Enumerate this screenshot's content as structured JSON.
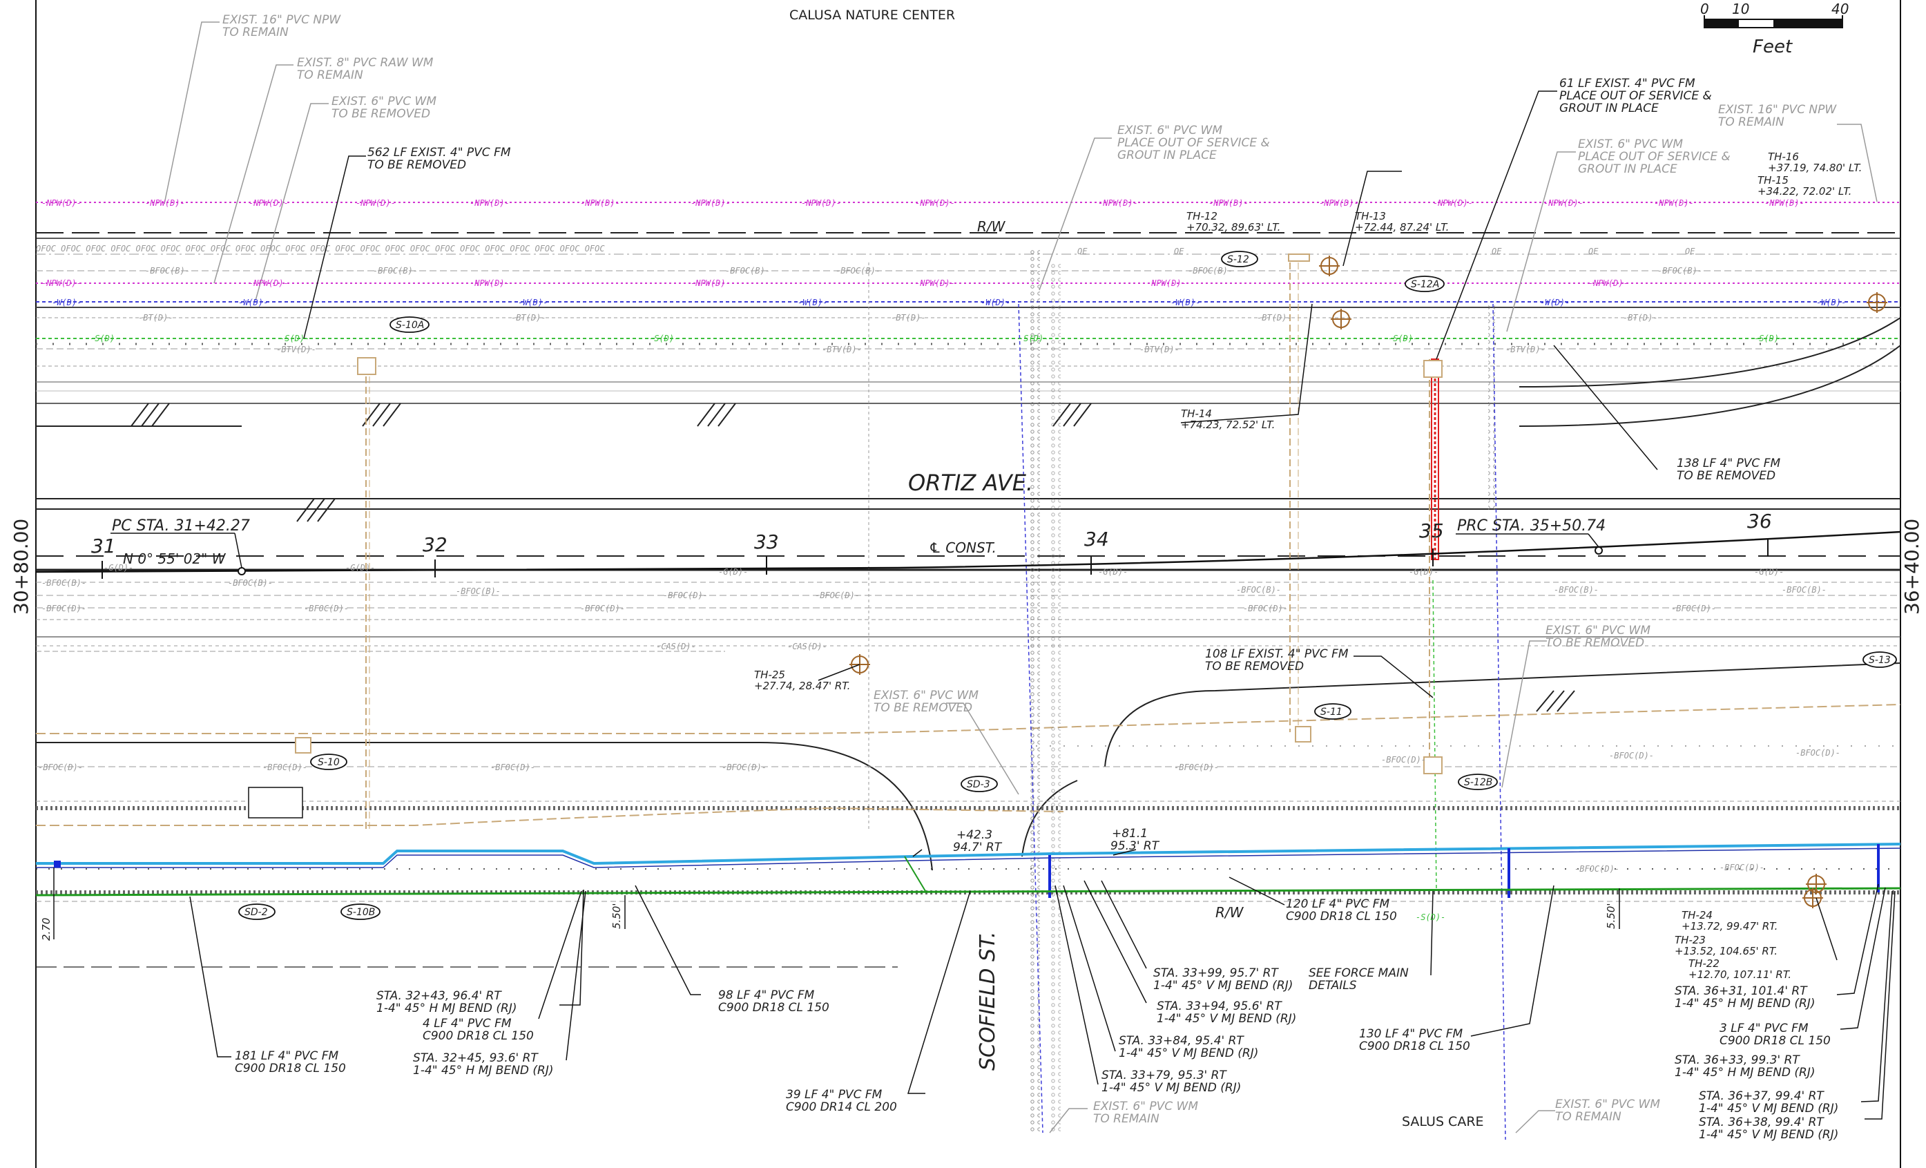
{
  "places": {
    "top_area": "CALUSA NATURE CENTER",
    "bottom_area": "SALUS CARE",
    "main_road": "ORTIZ AVE.",
    "side_road": "SCOFIELD ST."
  },
  "scale": {
    "zero": "0",
    "ten": "10",
    "forty": "40",
    "unit": "Feet"
  },
  "match_lines": {
    "left": "30+80.00",
    "right": "36+40.00"
  },
  "stations": [
    "31",
    "32",
    "33",
    "34",
    "35",
    "36"
  ],
  "alignment": {
    "pc": "PC STA. 31+42.27",
    "prc": "PRC STA. 35+50.74",
    "bearing": "N 0° 55' 02\" W",
    "const": "℄ CONST.",
    "rw_top": "R/W",
    "rw_bottom": "R/W"
  },
  "structures": [
    "S-10A",
    "S-12",
    "S-12A",
    "S-10",
    "SD-3",
    "S-11",
    "S-12B",
    "S-13",
    "SD-2",
    "S-10B"
  ],
  "test_holes": {
    "th12": [
      "TH-12",
      "+70.32, 89.63' LT."
    ],
    "th13": [
      "TH-13",
      "+72.44, 87.24' LT."
    ],
    "th14": [
      "TH-14",
      "+74.23, 72.52' LT."
    ],
    "th16": [
      "TH-16",
      "+37.19, 74.80' LT."
    ],
    "th15": [
      "TH-15",
      "+34.22, 72.02' LT."
    ],
    "th25": [
      "TH-25",
      "+27.74, 28.47' RT."
    ],
    "th24": [
      "TH-24",
      "+13.72, 99.47' RT."
    ],
    "th23": [
      "TH-23",
      "+13.52, 104.65' RT."
    ],
    "th22": [
      "TH-22",
      "+12.70, 107.11' RT."
    ]
  },
  "callouts_gray": {
    "npw_left": [
      "EXIST. 16\" PVC NPW",
      "TO REMAIN"
    ],
    "raw_wm": [
      "EXIST. 8\" PVC RAW WM",
      "TO REMAIN"
    ],
    "wm_6_left": [
      "EXIST. 6\" PVC WM",
      "TO BE REMOVED"
    ],
    "wm_6_oos_mid": [
      "EXIST. 6\" PVC WM",
      "PLACE OUT OF SERVICE &",
      "GROUT IN PLACE"
    ],
    "wm_6_oos_right": [
      "EXIST. 6\" PVC WM",
      "PLACE OUT OF SERVICE &",
      "GROUT IN PLACE"
    ],
    "npw_right": [
      "EXIST. 16\" PVC NPW",
      "TO REMAIN"
    ],
    "wm_6_mid_removed": [
      "EXIST. 6\" PVC WM",
      "TO BE REMOVED"
    ],
    "wm_6_right_removed": [
      "EXIST. 6\" PVC WM",
      "TO BE REMOVED"
    ],
    "wm_6_remain_mid": [
      "EXIST. 6\" PVC WM",
      "TO REMAIN"
    ],
    "wm_6_remain_right": [
      "EXIST. 6\" PVC WM",
      "TO REMAIN"
    ]
  },
  "callouts_black": {
    "fm_562": [
      "562 LF EXIST. 4\" PVC FM",
      "TO BE REMOVED"
    ],
    "fm_61": [
      "61 LF EXIST. 4\" PVC FM",
      "PLACE OUT OF SERVICE &",
      "GROUT IN PLACE"
    ],
    "fm_138": [
      "138 LF 4\" PVC FM",
      "TO BE REMOVED"
    ],
    "fm_108": [
      "108 LF EXIST. 4\" PVC FM",
      "TO BE REMOVED"
    ],
    "off_42": [
      "+42.3",
      "94.7' RT"
    ],
    "off_81": [
      "+81.1",
      "95.3' RT"
    ],
    "fm_120": [
      "120 LF 4\" PVC FM",
      "C900 DR18 CL 150"
    ],
    "sta_3399": [
      "STA. 33+99, 95.7' RT",
      "1-4\" 45° V MJ BEND (RJ)"
    ],
    "sta_3394": [
      "STA. 33+94, 95.6' RT",
      "1-4\" 45° V MJ BEND (RJ)"
    ],
    "sta_3384": [
      "STA. 33+84, 95.4' RT",
      "1-4\" 45° V MJ BEND (RJ)"
    ],
    "sta_3379": [
      "STA. 33+79, 95.3' RT",
      "1-4\" 45° V MJ BEND (RJ)"
    ],
    "see_fm": [
      "SEE FORCE MAIN",
      "DETAILS"
    ],
    "fm_130": [
      "130 LF 4\" PVC FM",
      "C900 DR18 CL 150"
    ],
    "sta_3243": [
      "STA. 32+43, 96.4' RT",
      "1-4\" 45° H MJ BEND (RJ)"
    ],
    "fm_4": [
      "4 LF 4\" PVC FM",
      "C900 DR18 CL 150"
    ],
    "sta_3245": [
      "STA. 32+45, 93.6' RT",
      "1-4\" 45° H MJ BEND (RJ)"
    ],
    "fm_98": [
      "98 LF 4\" PVC FM",
      "C900 DR18 CL 150"
    ],
    "fm_181": [
      "181 LF 4\" PVC FM",
      "C900 DR18 CL 150"
    ],
    "fm_39": [
      "39 LF 4\" PVC FM",
      "C900 DR14 CL 200"
    ],
    "sta_3631": [
      "STA. 36+31, 101.4' RT",
      "1-4\" 45° H MJ BEND (RJ)"
    ],
    "fm_3": [
      "3 LF 4\" PVC FM",
      "C900 DR18 CL 150"
    ],
    "sta_3633": [
      "STA. 36+33, 99.3' RT",
      "1-4\" 45° H MJ BEND (RJ)"
    ],
    "sta_3637": [
      "STA. 36+37, 99.4' RT",
      "1-4\" 45° V MJ BEND (RJ)"
    ],
    "sta_3638": [
      "STA. 36+38, 99.4' RT",
      "1-4\" 45° V MJ BEND (RJ)"
    ]
  },
  "dims": {
    "d1": "2.70",
    "d2": "5.50'",
    "d3": "5.50'"
  },
  "utility_tags": {
    "npw": "-NPW(D)-",
    "fiber": "OFOC OFOC OFOC OFOC OFOC OFOC OFOC OFOC OFOC OFOC OFOC OFOC OFOC OFOC OFOC OFOC OFOC OFOC OFOC OFOC OFOC OFOC OFOC",
    "bfoc_b": "-BFOC(B)-",
    "bfoc_d": "-BFOC(D)-",
    "wd": "-W(D)-",
    "bt": "-BT(D)-",
    "sd": "-S(D)-",
    "gd": "-G(D)-",
    "btv": "-BTV(D)-",
    "oe": "OE",
    "cas": "-CAS(D)-"
  },
  "colors": {
    "npw": "#d233d2",
    "water": "#3b3bd8",
    "sewer": "#3bbf3b",
    "forcemain_new": "#2fa8e0",
    "forcemain_new_dark": "#1428d8",
    "removed": "#e02020",
    "exist_gray": "#9a9a9a",
    "tan": "#c8a878",
    "linework": "#111111",
    "green_main": "#1f9a1f"
  }
}
